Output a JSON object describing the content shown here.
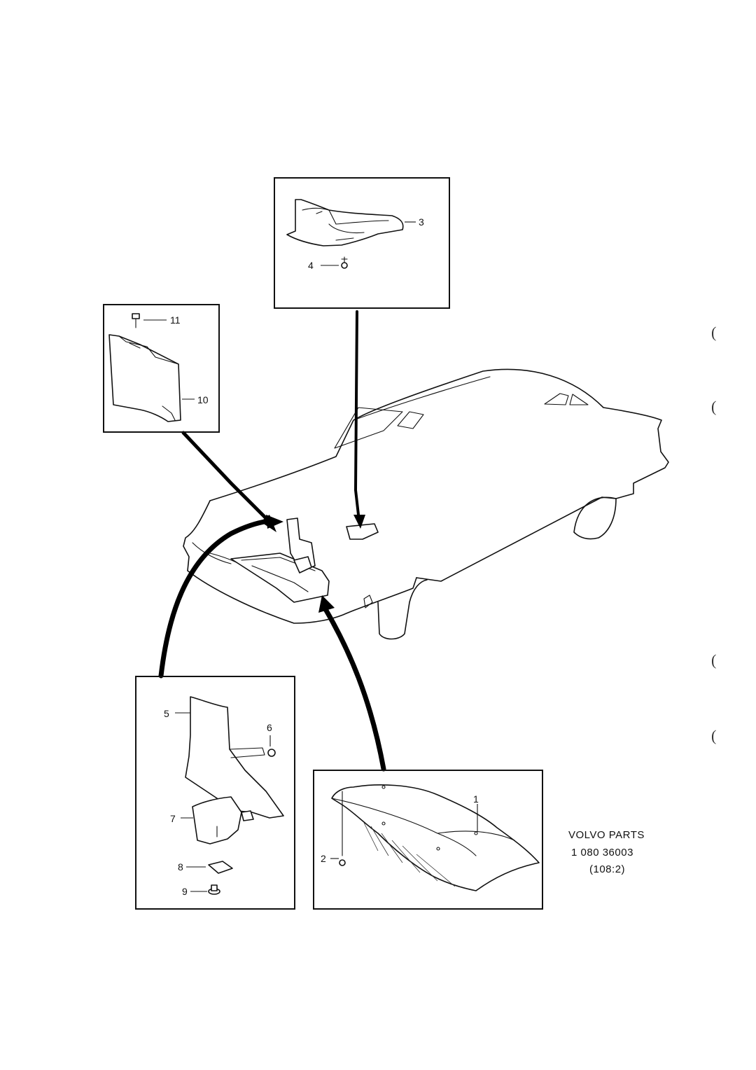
{
  "inset_callouts": {
    "top": [
      "3",
      "4"
    ],
    "left": [
      "11",
      "10"
    ],
    "bottom_left": [
      "5",
      "6",
      "7",
      "8",
      "9"
    ],
    "bottom_right": [
      "1",
      "2"
    ]
  },
  "reference": {
    "line1": "VOLVO  PARTS",
    "line2": "1 080  36003",
    "line3": "(108:2)"
  },
  "margin_marks": [
    "(",
    "(",
    "(",
    "("
  ]
}
